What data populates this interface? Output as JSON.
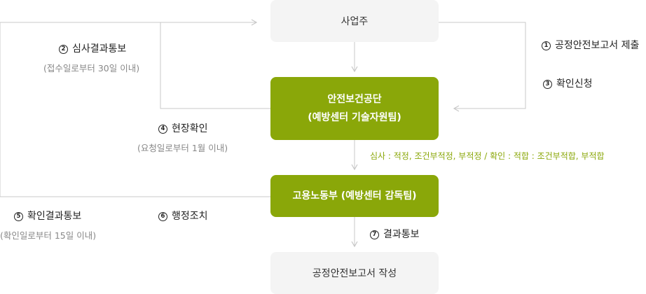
{
  "boxes": {
    "employer": "사업주",
    "agency_line1": "안전보건공단",
    "agency_line2": "(예방센터 기술자원팀)",
    "ministry": "고용노동부 (예방센터 감독팀)",
    "report": "공정안전보고서 작성"
  },
  "steps": {
    "s1": {
      "num": "1",
      "label": "공정안전보고서 제출"
    },
    "s2": {
      "num": "2",
      "label": "심사결과통보",
      "note": "(접수일로부터 30일 이내)"
    },
    "s3": {
      "num": "3",
      "label": "확인신청"
    },
    "s4": {
      "num": "4",
      "label": "현장확인",
      "note": "(요청일로부터 1월 이내)"
    },
    "s5": {
      "num": "5",
      "label": "확인결과통보",
      "note": "(확인일로부터 15일 이내)"
    },
    "s6": {
      "num": "6",
      "label": "행정조치"
    },
    "s7": {
      "num": "7",
      "label": "결과통보"
    }
  },
  "review_note": "심사 : 적정, 조건부적정, 부적정   /   확인 : 적합 : 조건부적합, 부적합",
  "colors": {
    "accent": "#8aa709",
    "box_grey": "#f4f4f4",
    "line": "#c8c8c8"
  }
}
